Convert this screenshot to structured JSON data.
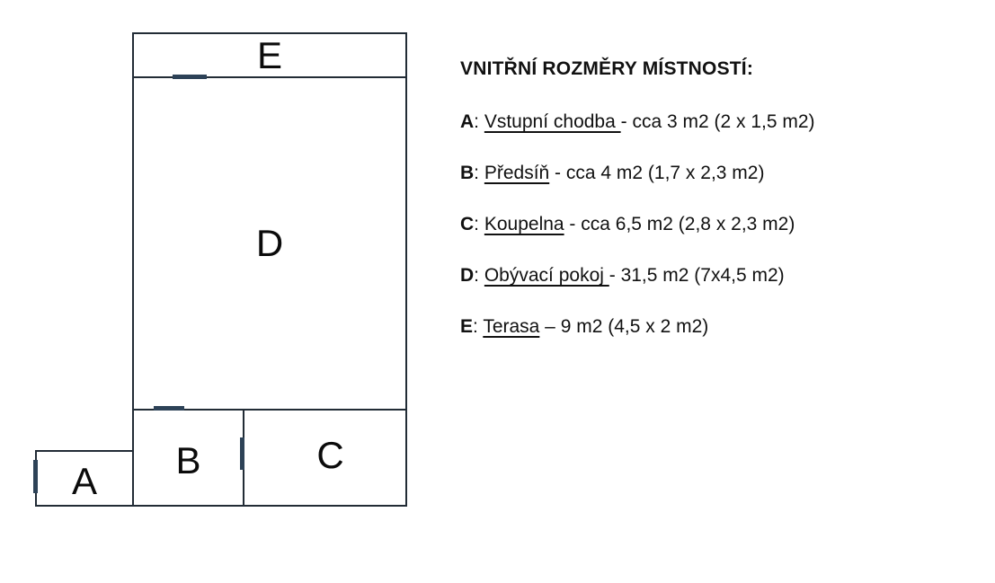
{
  "plan": {
    "wall_color": "#222c36",
    "door_color": "#2d4257",
    "rooms": {
      "a": {
        "label": "A"
      },
      "b": {
        "label": "B"
      },
      "c": {
        "label": "C"
      },
      "d": {
        "label": "D"
      },
      "e": {
        "label": "E"
      }
    },
    "door_markers": [
      "terrace-door",
      "living-room-door",
      "bathroom-door",
      "entry-door"
    ]
  },
  "legend": {
    "title": "VNITŘNÍ ROZMĚRY MÍSTNOSTÍ:",
    "items": [
      {
        "letter": "A",
        "sep": ": ",
        "name": "Vstupní chodba ",
        "rest": "- cca 3 m2 (2 x 1,5 m2)"
      },
      {
        "letter": "B",
        "sep": ": ",
        "name": "Předsíň",
        "rest": " - cca 4 m2 (1,7 x 2,3 m2)"
      },
      {
        "letter": "C",
        "sep": ": ",
        "name": "Koupelna",
        "rest": " - cca 6,5 m2 (2,8 x 2,3 m2)"
      },
      {
        "letter": "D",
        "sep": ": ",
        "name": "Obývací pokoj ",
        "rest": "- 31,5 m2 (7x4,5 m2)"
      },
      {
        "letter": "E",
        "sep": ": ",
        "name": "Terasa",
        "rest": " – 9 m2 (4,5 x 2 m2)"
      }
    ]
  }
}
